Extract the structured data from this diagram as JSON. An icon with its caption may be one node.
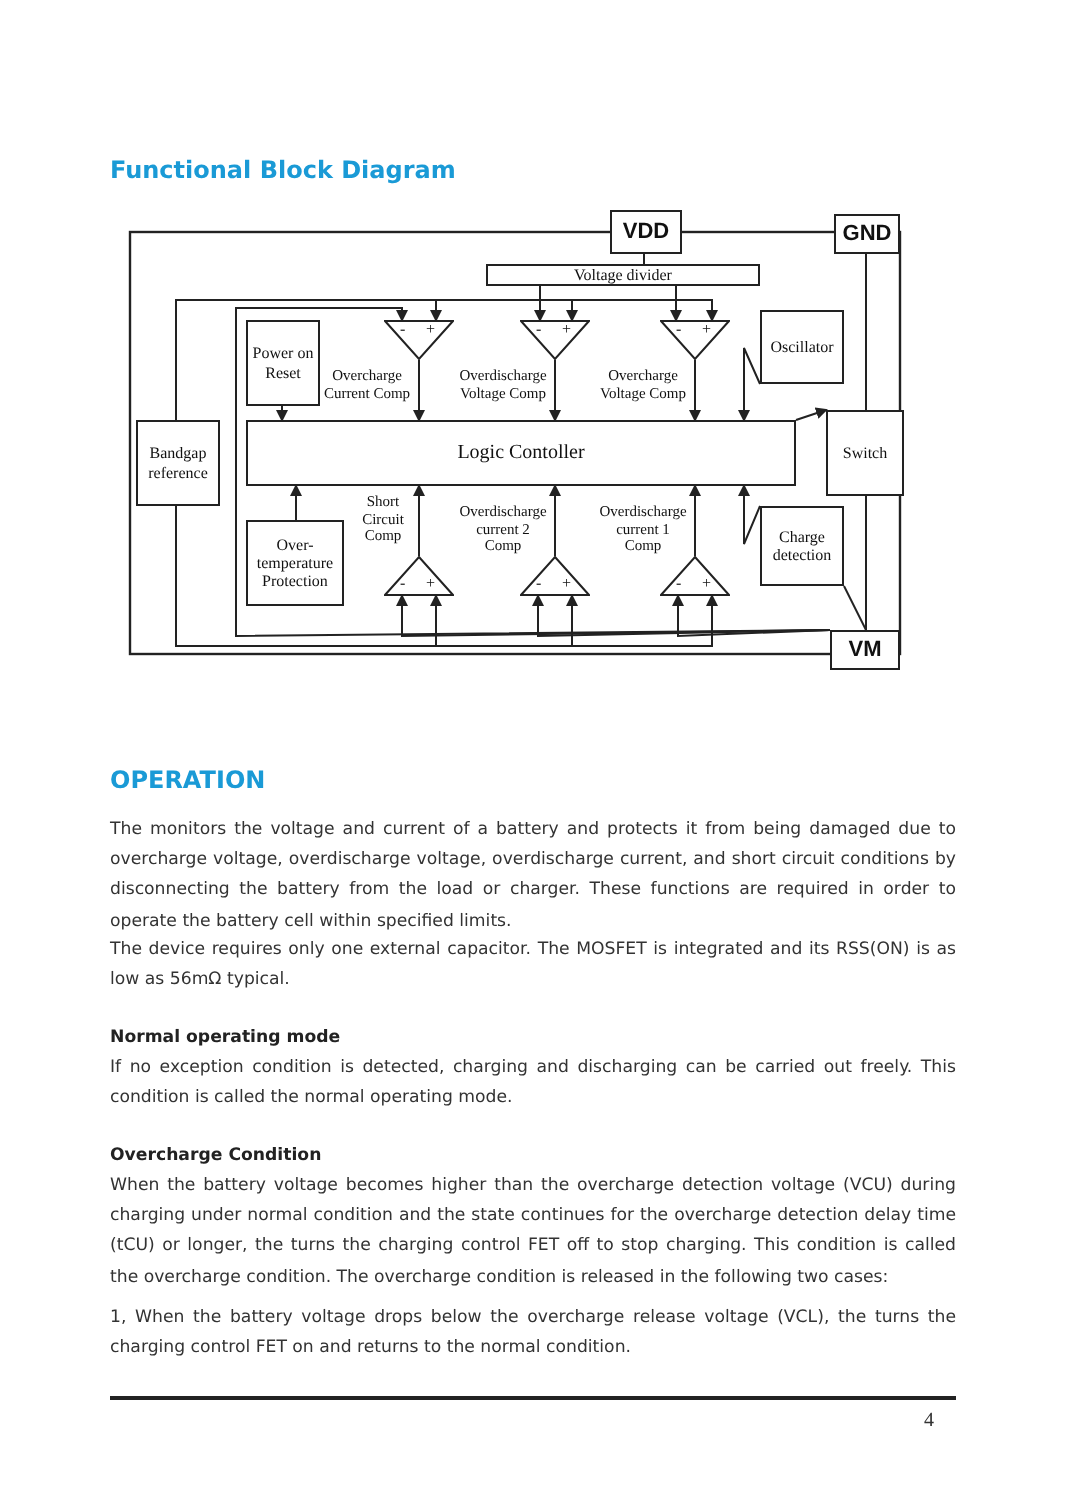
{
  "diagram": {
    "title": "Functional Block Diagram",
    "nodes": [
      {
        "text": [
          "VDD"
        ]
      },
      {
        "text": [
          "GND"
        ]
      },
      {
        "text": [
          "Voltage divider"
        ]
      },
      {
        "text": [
          "Power on Reset"
        ]
      },
      {
        "text": [
          "-",
          "+"
        ],
        "beside": [
          "Overcharge Current Comp"
        ]
      },
      {
        "text": [
          "-",
          "+"
        ],
        "beside": [
          "Overdischarge Voltage Comp"
        ]
      },
      {
        "text": [
          "-",
          "+"
        ],
        "beside": [
          "Overcharge Voltage Comp"
        ]
      },
      {
        "text": [
          "Oscillator"
        ]
      },
      {
        "text": [
          "Bandgap reference"
        ]
      },
      {
        "text": [
          "Logic Contoller"
        ]
      },
      {
        "text": [
          "Switch"
        ]
      },
      {
        "text": [
          "Over-temperature Protection"
        ]
      },
      {
        "text": [
          "-",
          "+"
        ],
        "beside": [
          "Short Circuit Comp"
        ]
      },
      {
        "text": [
          "-",
          "+"
        ],
        "beside": [
          "Overdischarge current 2 Comp"
        ]
      },
      {
        "text": [
          "-",
          "+"
        ],
        "beside": [
          "Overdischarge current 1 Comp"
        ]
      },
      {
        "text": [
          "Charge detection"
        ]
      },
      {
        "text": [
          "VM"
        ]
      }
    ],
    "edges": [
      {
        "from": 0,
        "to": 2,
        "arrow": "none"
      },
      {
        "from": 1,
        "to": 10,
        "arrow": "none"
      },
      {
        "from": 10,
        "to": 16,
        "arrow": "none"
      },
      {
        "from": 16,
        "to": 15,
        "arrow": "none"
      },
      {
        "from": 2,
        "to": 5,
        "arrow": "to"
      },
      {
        "from": 2,
        "to": 6,
        "arrow": "to"
      },
      {
        "from": 8,
        "to": 4,
        "arrow": "to"
      },
      {
        "from": 8,
        "to": 5,
        "arrow": "to"
      },
      {
        "from": 8,
        "to": 6,
        "arrow": "to"
      },
      {
        "from": 16,
        "to": 4,
        "arrow": "to"
      },
      {
        "from": 8,
        "to": 12,
        "arrow": "to"
      },
      {
        "from": 8,
        "to": 13,
        "arrow": "to"
      },
      {
        "from": 8,
        "to": 14,
        "arrow": "to"
      },
      {
        "from": 16,
        "to": 12,
        "arrow": "to"
      },
      {
        "from": 16,
        "to": 13,
        "arrow": "to"
      },
      {
        "from": 16,
        "to": 14,
        "arrow": "to"
      },
      {
        "from": 3,
        "to": 9,
        "arrow": "to"
      },
      {
        "from": 4,
        "to": 9,
        "arrow": "to"
      },
      {
        "from": 5,
        "to": 9,
        "arrow": "to"
      },
      {
        "from": 6,
        "to": 9,
        "arrow": "to"
      },
      {
        "from": 7,
        "to": 9,
        "arrow": "to"
      },
      {
        "from": 9,
        "to": 10,
        "arrow": "to"
      },
      {
        "from": 11,
        "to": 9,
        "arrow": "to"
      },
      {
        "from": 12,
        "to": 9,
        "arrow": "to"
      },
      {
        "from": 13,
        "to": 9,
        "arrow": "to"
      },
      {
        "from": 14,
        "to": 9,
        "arrow": "to"
      },
      {
        "from": 15,
        "to": 9,
        "arrow": "to"
      }
    ],
    "labels": [
      "OPERATION",
      "The monitors the voltage and current of a battery and protects it from being damaged due to overcharge voltage, overdischarge voltage, overdischarge current, and short circuit conditions by disconnecting the battery from the load or charger. These functions are required in order to operate the battery cell within specified limits.",
      "The device requires only one external capacitor. The MOSFET is integrated and its RSS(ON) is as low as 56mΩ typical.",
      "Normal operating mode",
      "If no exception condition is detected, charging and discharging can be carried out freely. This condition is called the normal operating mode.",
      "Overcharge Condition",
      "When the battery voltage becomes higher than the overcharge detection voltage (VCU) during charging under normal condition and the state continues for the overcharge detection delay time (tCU) or longer, the turns the charging control FET off to stop charging. This condition is called the overcharge condition. The overcharge condition is released in the following two cases:",
      "1, When the battery voltage drops below the overcharge release voltage (VCL), the turns the charging control FET on and returns to the normal condition.",
      "4"
    ]
  }
}
